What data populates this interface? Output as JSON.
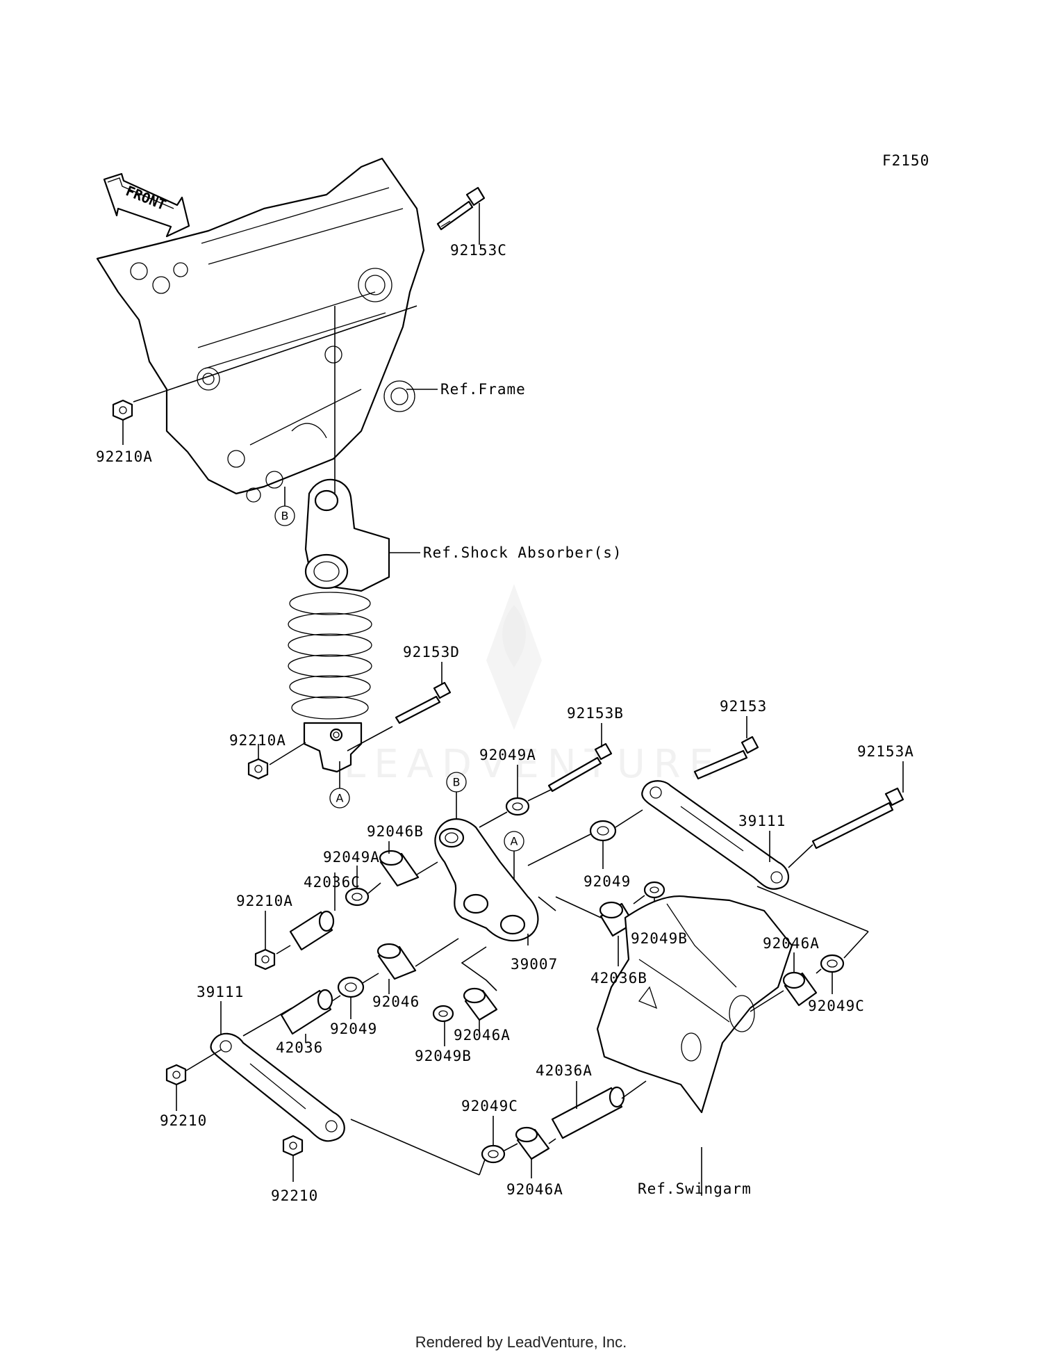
{
  "figure_code": "F2150",
  "front_arrow_label": "FRONT",
  "watermark": "LEADVENTURE",
  "footer": "Rendered by LeadVenture, Inc.",
  "references": {
    "frame": "Ref.Frame",
    "shock": "Ref.Shock Absorber(s)",
    "swingarm": "Ref.Swingarm"
  },
  "callouts": {
    "A1": "A",
    "B1": "B",
    "A2": "A",
    "B2": "B"
  },
  "parts": {
    "p92153C": "92153C",
    "p92210A_top": "92210A",
    "p92153D": "92153D",
    "p92210A_mid": "92210A",
    "p92153B": "92153B",
    "p92153": "92153",
    "p92153A": "92153A",
    "p92049A_1": "92049A",
    "p92046B": "92046B",
    "p92049A_2": "92049A",
    "p42036C": "42036C",
    "p92210A_low": "92210A",
    "p39111_r": "39111",
    "p92049_r": "92049",
    "p92049B_r": "92049B",
    "p42036B": "42036B",
    "p39007": "39007",
    "p92046A_r": "92046A",
    "p92049C_r": "92049C",
    "p39111_l": "39111",
    "p42036": "42036",
    "p92049_l": "92049",
    "p92046": "92046",
    "p92046A_c": "92046A",
    "p92049B_c": "92049B",
    "p42036A": "42036A",
    "p92049C_b": "92049C",
    "p92046A_b": "92046A",
    "p92210_1": "92210",
    "p92210_2": "92210"
  }
}
